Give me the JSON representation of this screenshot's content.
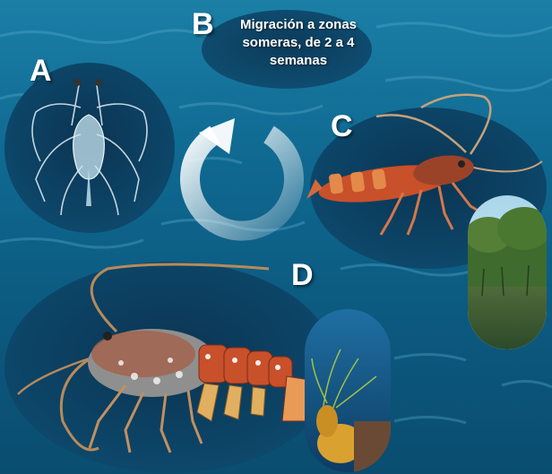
{
  "stages": {
    "a": {
      "label": "A"
    },
    "b": {
      "label": "B",
      "caption_lines": [
        "Migración a zonas",
        "someras, de 2 a 4",
        "semanas"
      ]
    },
    "c": {
      "label": "C"
    },
    "d": {
      "label": "D"
    }
  },
  "colors": {
    "water": "#0f6890",
    "bubble": "#0b3a5c",
    "lobster_orange": "#c8502a",
    "arrow": "#e6eef3"
  },
  "icons": [
    "cycle-arrow-icon"
  ]
}
